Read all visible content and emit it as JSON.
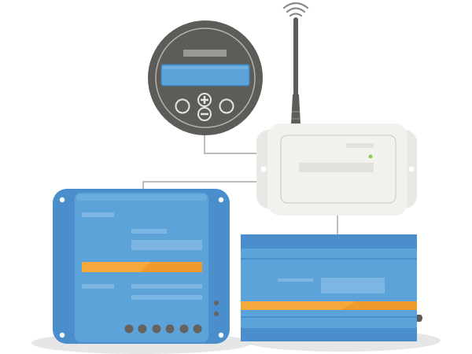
{
  "diagram": {
    "type": "device-connection-illustration",
    "nodes": [
      {
        "id": "control-panel",
        "label": "Round remote control panel",
        "shape": "circle",
        "buttons": [
          "left",
          "plus",
          "minus",
          "right"
        ]
      },
      {
        "id": "wireless-hub",
        "label": "White wireless hub with antenna",
        "shape": "rounded-rect",
        "indicator": "status-led"
      },
      {
        "id": "charge-controller",
        "label": "Blue square controller",
        "shape": "rounded-rect",
        "ports": 6
      },
      {
        "id": "inverter",
        "label": "Blue rectangular inverter unit",
        "shape": "rect"
      }
    ],
    "edges": [
      {
        "from": "control-panel",
        "to": "wireless-hub"
      },
      {
        "from": "charge-controller",
        "to": "wireless-hub"
      },
      {
        "from": "wireless-hub",
        "to": "inverter"
      }
    ]
  },
  "colors": {
    "device_blue": "#5ba3d9",
    "device_blue_dark": "#4a8fcc",
    "device_blue_light": "#7db5e3",
    "accent_orange": "#f5a93c",
    "accent_orange_dark": "#ef9a2c",
    "panel_gray": "#5e5c58",
    "panel_ring": "#b5b3ae",
    "screen_blue": "#5ba3d9",
    "hub_white": "#f1f1ee",
    "hub_border": "#d0cfcb",
    "led_green": "#8ccf5a",
    "wire_gray": "#a8a8a8",
    "port_gray": "#66625e",
    "shadow": "#e6e6e6"
  }
}
